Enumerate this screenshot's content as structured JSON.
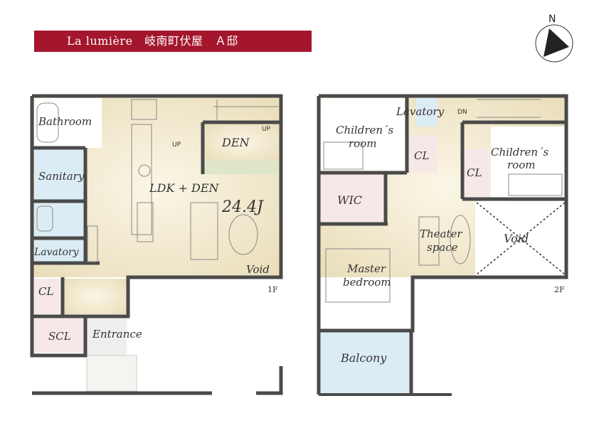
{
  "title": "La lumière　岐南町伏屋　Ａ邸",
  "compass": {
    "north_label": "N"
  },
  "floor1": {
    "level_label": "1F",
    "rooms": {
      "bathroom": "Bathroom",
      "sanitary": "Sanitary",
      "lavatory": "Lavatory",
      "cl": "CL",
      "scl": "SCL",
      "entrance": "Entrance",
      "den": "DEN",
      "ldk": "LDK + DEN",
      "area": "24.4J",
      "void": "Void"
    },
    "stairs_labels": {
      "up1": "UP",
      "up2": "UP"
    }
  },
  "floor2": {
    "level_label": "2F",
    "rooms": {
      "children1": "Children´s\nroom",
      "lavatory": "Lavatory",
      "cl1": "CL",
      "cl2": "CL",
      "children2": "Children´s\nroom",
      "wic": "WIC",
      "theater": "Theater\nspace",
      "void": "Void",
      "master": "Master\nbedroom",
      "balcony": "Balcony"
    },
    "stairs_labels": {
      "dn": "DN"
    }
  },
  "colors": {
    "banner": "#a3162c",
    "wall": "#4a4a4a",
    "floor_beige": "#efe5c8",
    "floor_blue": "#dcecf5",
    "floor_pink": "#f7e8e8",
    "floor_green": "#dfe6c8"
  }
}
